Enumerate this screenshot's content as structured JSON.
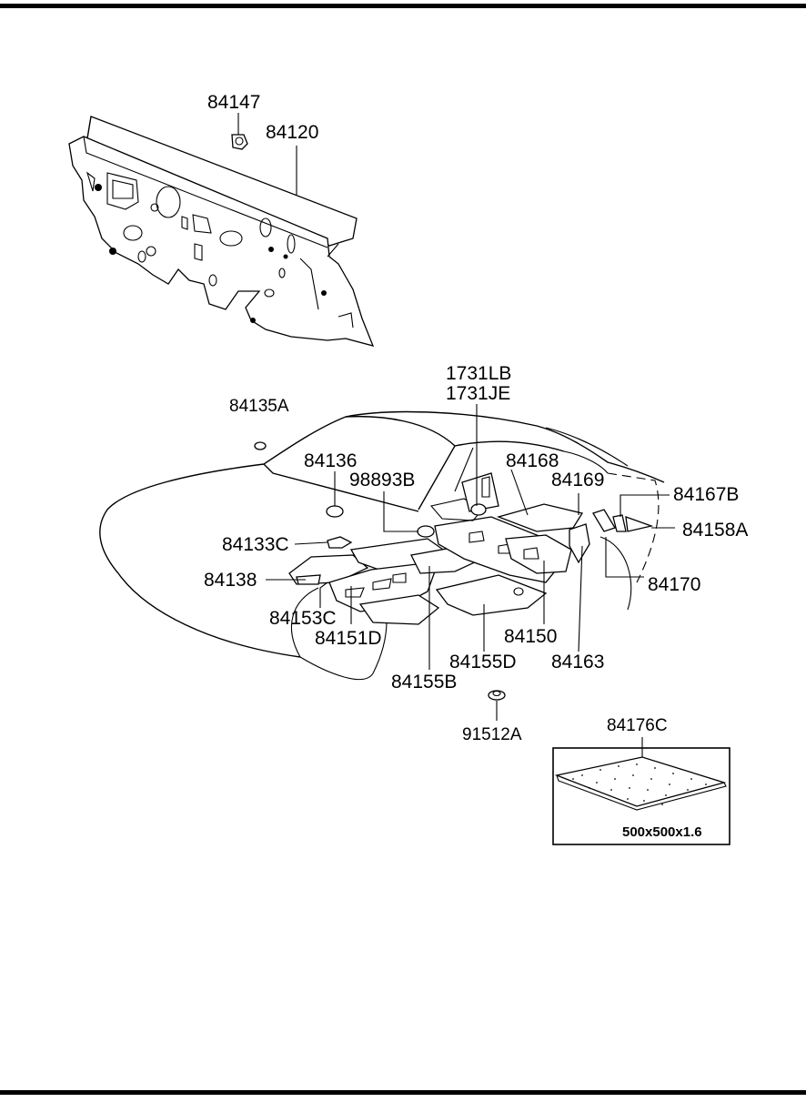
{
  "callouts": {
    "p84147": "84147",
    "p84120": "84120",
    "p1731LB": "1731LB",
    "p1731JE": "1731JE",
    "p84135A": "84135A",
    "p84136": "84136",
    "p98893B": "98893B",
    "p84168": "84168",
    "p84169": "84169",
    "p84167B": "84167B",
    "p84158A": "84158A",
    "p84133C": "84133C",
    "p84138": "84138",
    "p84170": "84170",
    "p84153C": "84153C",
    "p84151D": "84151D",
    "p84150": "84150",
    "p84155D": "84155D",
    "p84163": "84163",
    "p84155B": "84155B",
    "p91512A": "91512A",
    "p84176C": "84176C"
  },
  "inset": {
    "dimension": "500x500x1.6"
  }
}
